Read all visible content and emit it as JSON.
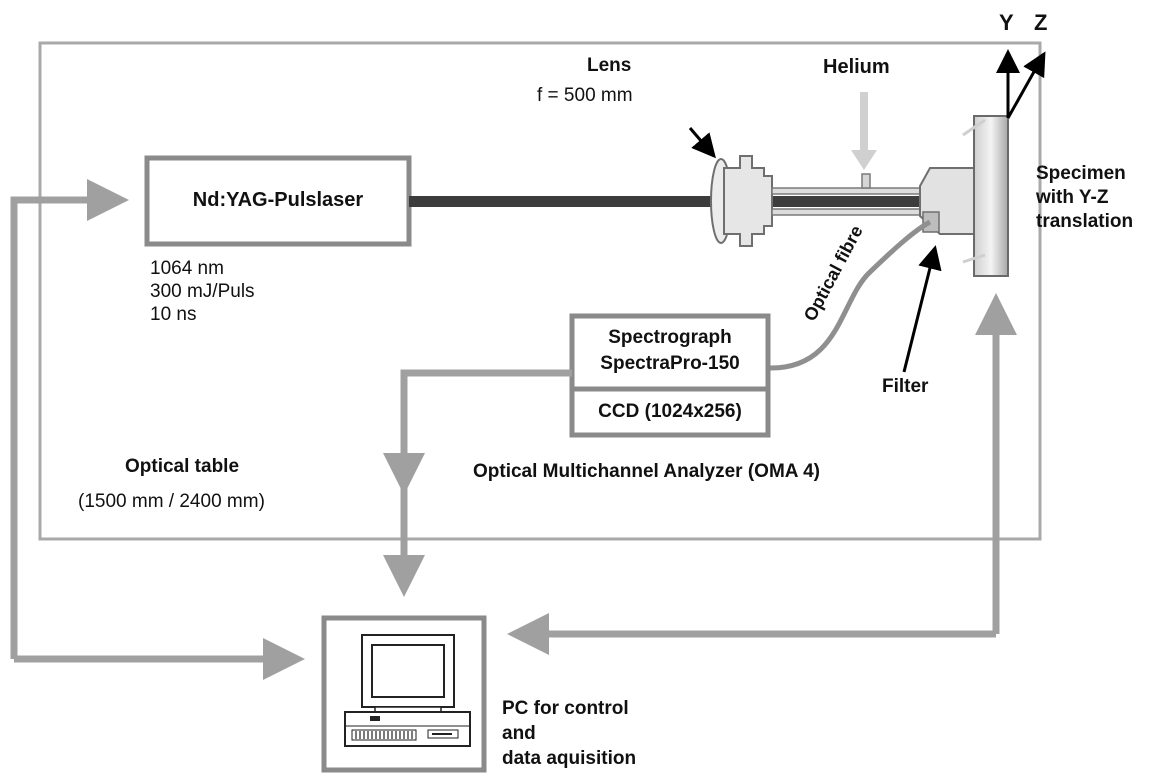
{
  "diagram": {
    "optical_table": {
      "title": "Optical table",
      "dims": "(1500 mm / 2400 mm)"
    },
    "laser": {
      "name": "Nd:YAG-Pulslaser",
      "specs": [
        "1064 nm",
        "300 mJ/Puls",
        "10 ns"
      ]
    },
    "lens": {
      "title": "Lens",
      "focal": "f = 500 mm"
    },
    "helium": "Helium",
    "axes": {
      "y": "Y",
      "z": "Z"
    },
    "specimen": [
      "Specimen",
      "with Y-Z",
      "translation"
    ],
    "fibre": "Optical fibre",
    "filter": "Filter",
    "spectrograph": {
      "line1": "Spectrograph",
      "line2": "SpectraPro-150",
      "ccd": "CCD (1024x256)"
    },
    "oma": "Optical Multichannel Analyzer (OMA 4)",
    "pc": [
      "PC for control",
      "and",
      "data aquisition"
    ]
  }
}
